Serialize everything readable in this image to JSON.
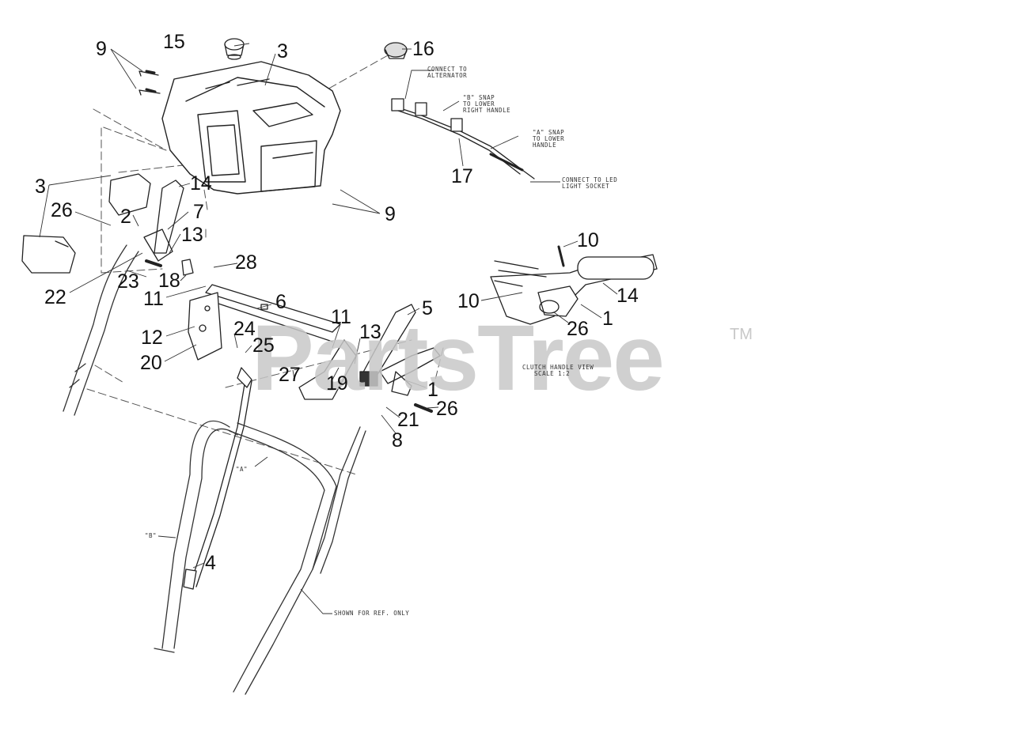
{
  "watermark": {
    "text": "PartsTree",
    "tm": "TM"
  },
  "callouts": {
    "c9a": "9",
    "c15": "15",
    "c3a": "3",
    "c16": "16",
    "c3b": "3",
    "c14a": "14",
    "c26a": "26",
    "c2": "2",
    "c7": "7",
    "c13a": "13",
    "c9b": "9",
    "c17": "17",
    "c28": "28",
    "c18": "18",
    "c23": "23",
    "c22": "22",
    "c11a": "11",
    "c6": "6",
    "c5": "5",
    "c11b": "11",
    "c13b": "13",
    "c24": "24",
    "c12": "12",
    "c25": "25",
    "c20": "20",
    "c27": "27",
    "c19": "19",
    "c1a": "1",
    "c26b": "26",
    "c21": "21",
    "c8": "8",
    "c4": "4",
    "c10a": "10",
    "c10b": "10",
    "c14b": "14",
    "c26c": "26",
    "c1b": "1"
  },
  "notes": {
    "alternator": "CONNECT TO\nALTERNATOR",
    "snap_b": "\"B\" SNAP\nTO LOWER\nRIGHT HANDLE",
    "snap_a": "\"A\" SNAP\nTO LOWER\nHANDLE",
    "led": "CONNECT TO LED\nLIGHT SOCKET",
    "clutch_view": "CLUTCH HANDLE VIEW\n   SCALE 1:2",
    "ref_a": "\"A\"",
    "ref_b": "\"B\"",
    "shown_ref": "SHOWN FOR REF. ONLY"
  }
}
